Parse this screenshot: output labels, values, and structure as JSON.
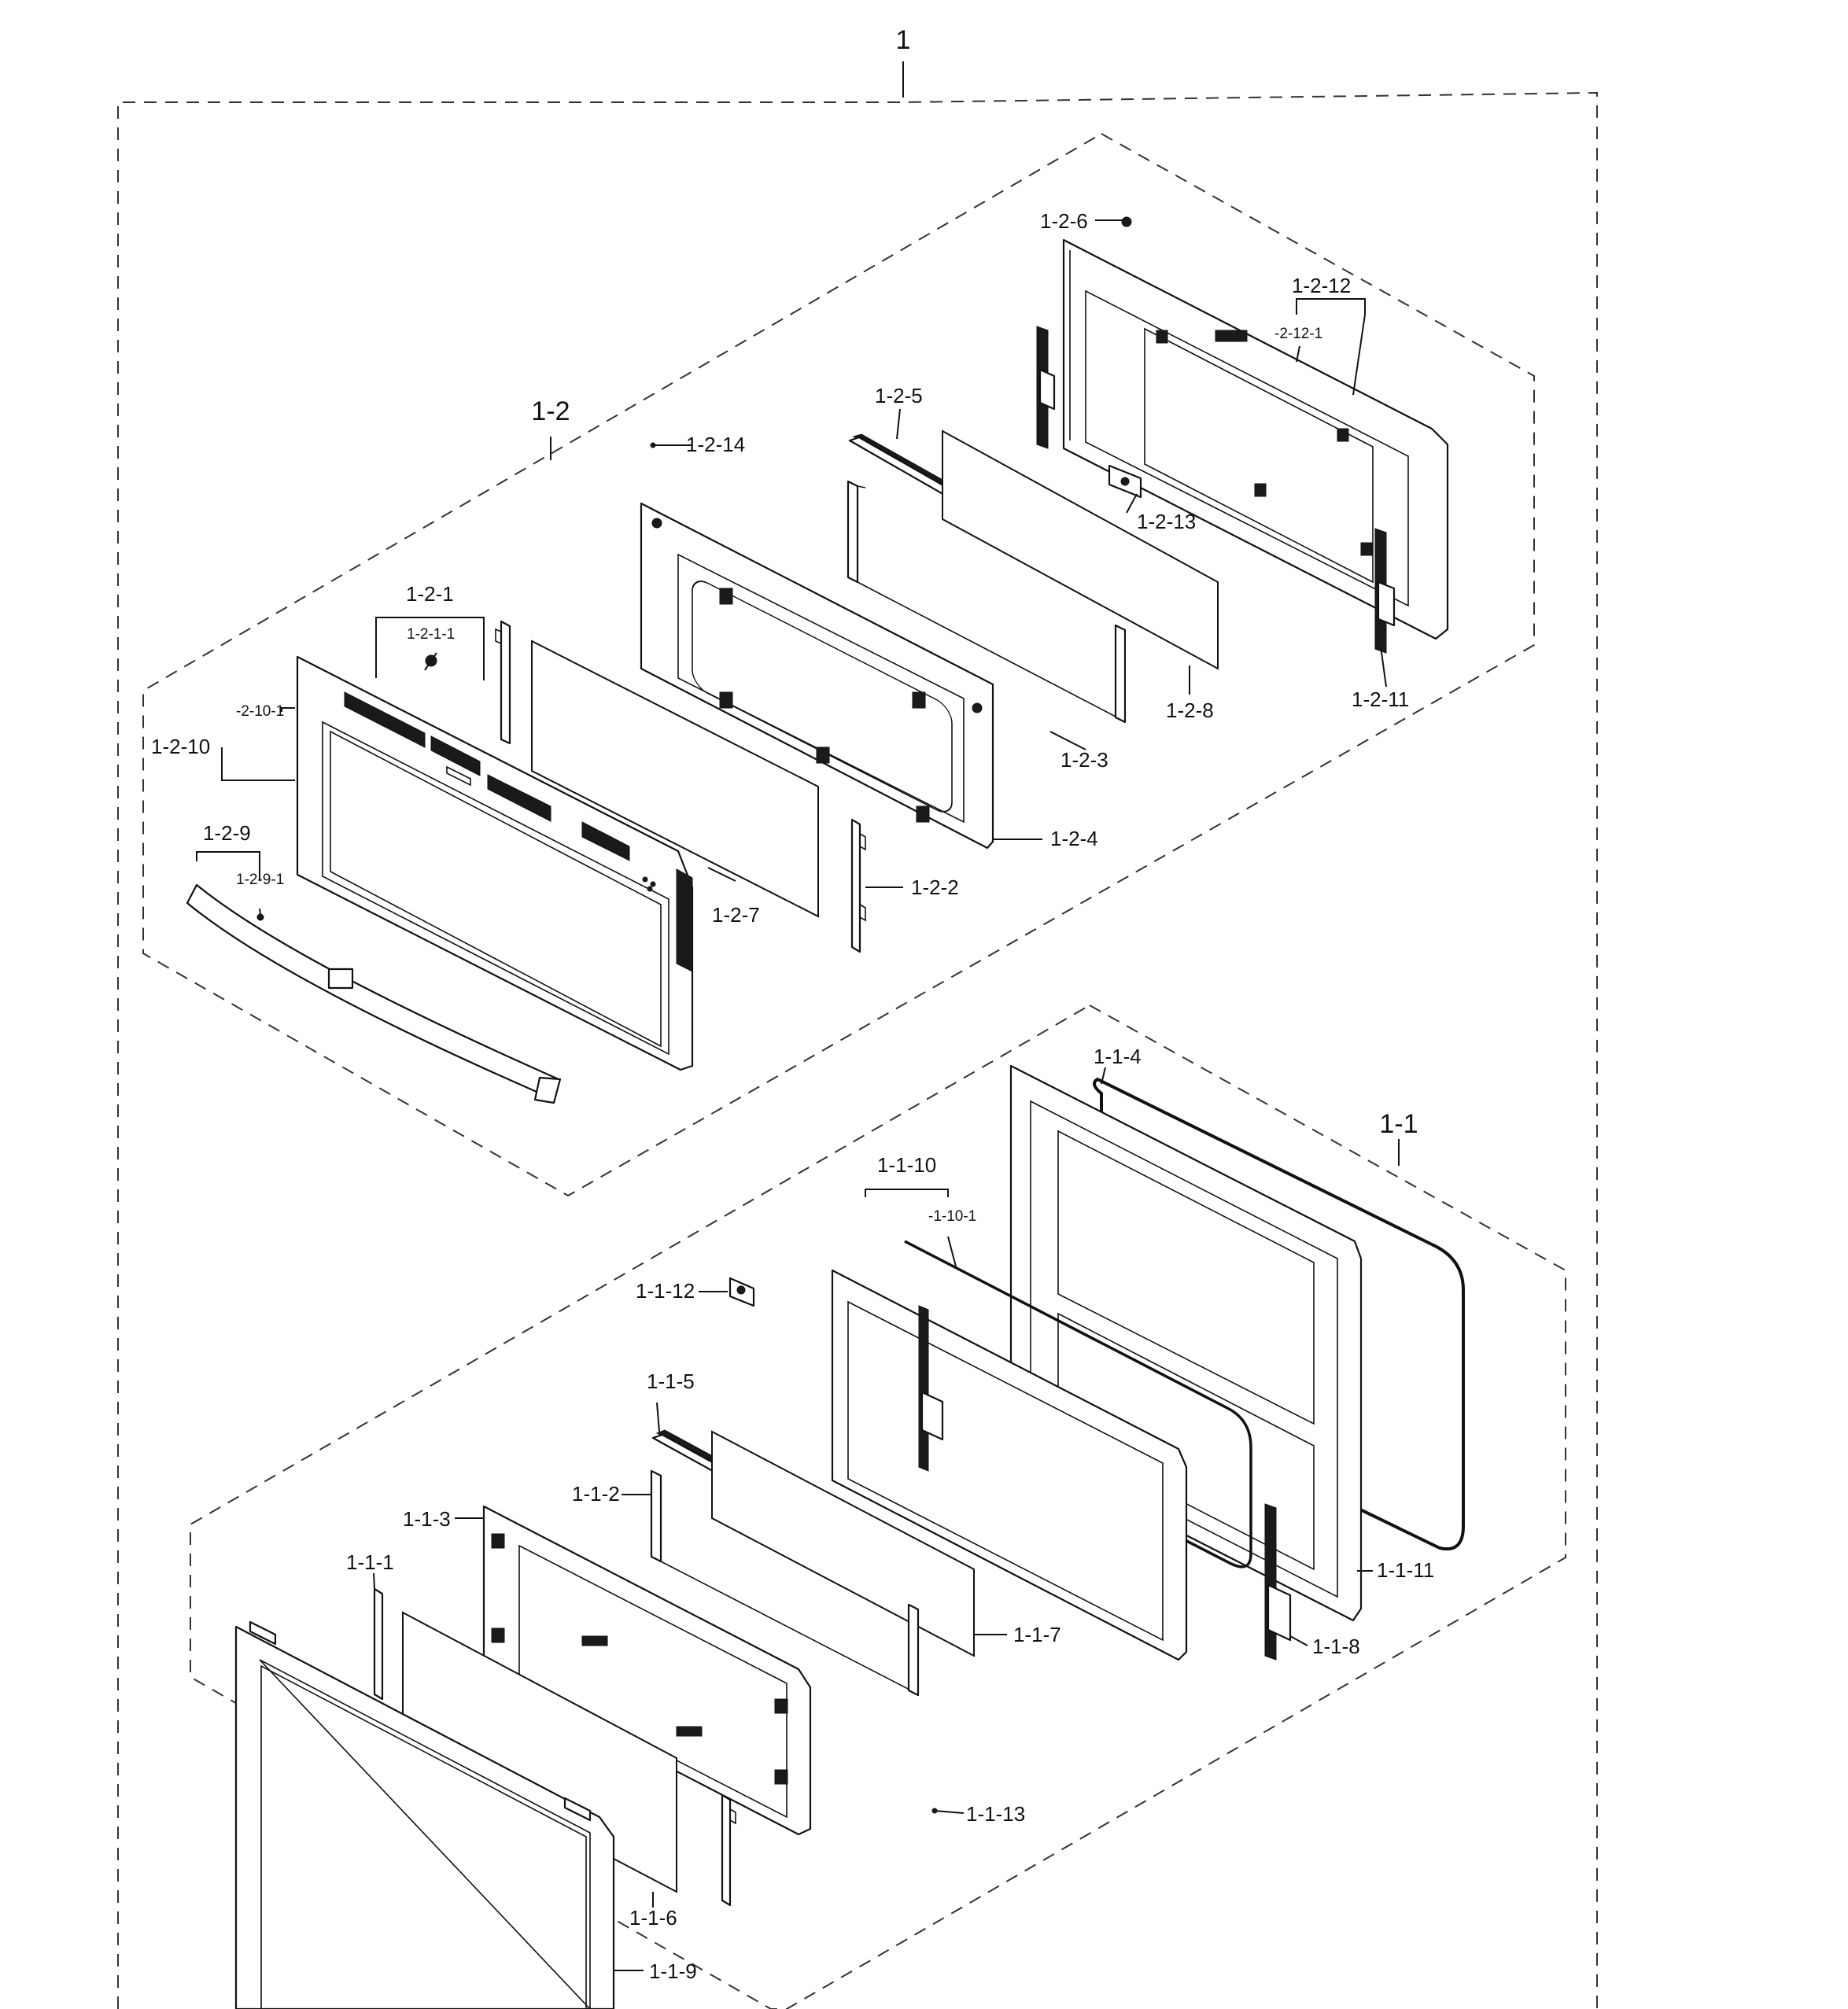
{
  "labels": {
    "assembly_main": "1",
    "group_upper": "1-2",
    "group_lower": "1-1",
    "p_1_2_1": "1-2-1",
    "p_1_2_1_1": "1-2-1-1",
    "p_1_2_2": "1-2-2",
    "p_1_2_3": "1-2-3",
    "p_1_2_4": "1-2-4",
    "p_1_2_5": "1-2-5",
    "p_1_2_6": "1-2-6",
    "p_1_2_7": "1-2-7",
    "p_1_2_8": "1-2-8",
    "p_1_2_9": "1-2-9",
    "p_1_2_9_1": "1-2-9-1",
    "p_1_2_10": "1-2-10",
    "p_1_2_10_1": "-2-10-1",
    "p_1_2_11": "1-2-11",
    "p_1_2_12": "1-2-12",
    "p_1_2_12_1": "-2-12-1",
    "p_1_2_13": "1-2-13",
    "p_1_2_14": "1-2-14",
    "p_1_1_1": "1-1-1",
    "p_1_1_2": "1-1-2",
    "p_1_1_3": "1-1-3",
    "p_1_1_4": "1-1-4",
    "p_1_1_5": "1-1-5",
    "p_1_1_6": "1-1-6",
    "p_1_1_7": "1-1-7",
    "p_1_1_8": "1-1-8",
    "p_1_1_9": "1-1-9",
    "p_1_1_10": "1-1-10",
    "p_1_1_10_1": "-1-10-1",
    "p_1_1_11": "1-1-11",
    "p_1_1_12": "1-1-12",
    "p_1_1_13": "1-1-13"
  }
}
